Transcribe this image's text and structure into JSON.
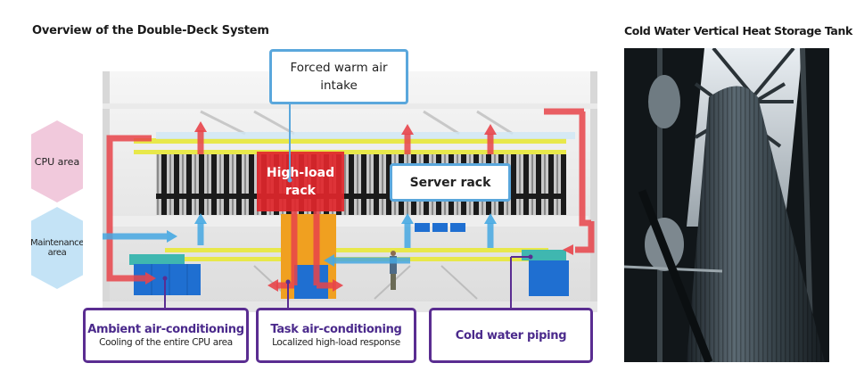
{
  "titles": {
    "left": "Overview of the Double-Deck System",
    "right": "Cold Water Vertical Heat Storage Tank"
  },
  "areas": {
    "cpu": {
      "label": "CPU area",
      "color": "#f1c9dc"
    },
    "maintenance": {
      "label": "Maintenance area",
      "color": "#c4e3f6"
    }
  },
  "callouts": {
    "intake": "Forced warm air intake",
    "high_load_rack": "High-load rack",
    "server_rack": "Server rack",
    "ambient": {
      "title": "Ambient air-conditioning",
      "subtitle": "Cooling of the entire CPU area"
    },
    "task": {
      "title": "Task air-conditioning",
      "subtitle": "Localized high-load response"
    },
    "piping": {
      "title": "Cold water piping"
    }
  },
  "colors": {
    "warm_air": "#e8444a",
    "cool_air": "#46a8e2",
    "callout_blue": "#5aa7dc",
    "callout_purple": "#5a2d91",
    "duct_yellow": "#e8e84a",
    "unit_blue": "#1f6fd1",
    "unit_orange": "#f0a020"
  },
  "photo": {
    "subject": "cold-water-vertical-heat-storage-tank-photo"
  }
}
